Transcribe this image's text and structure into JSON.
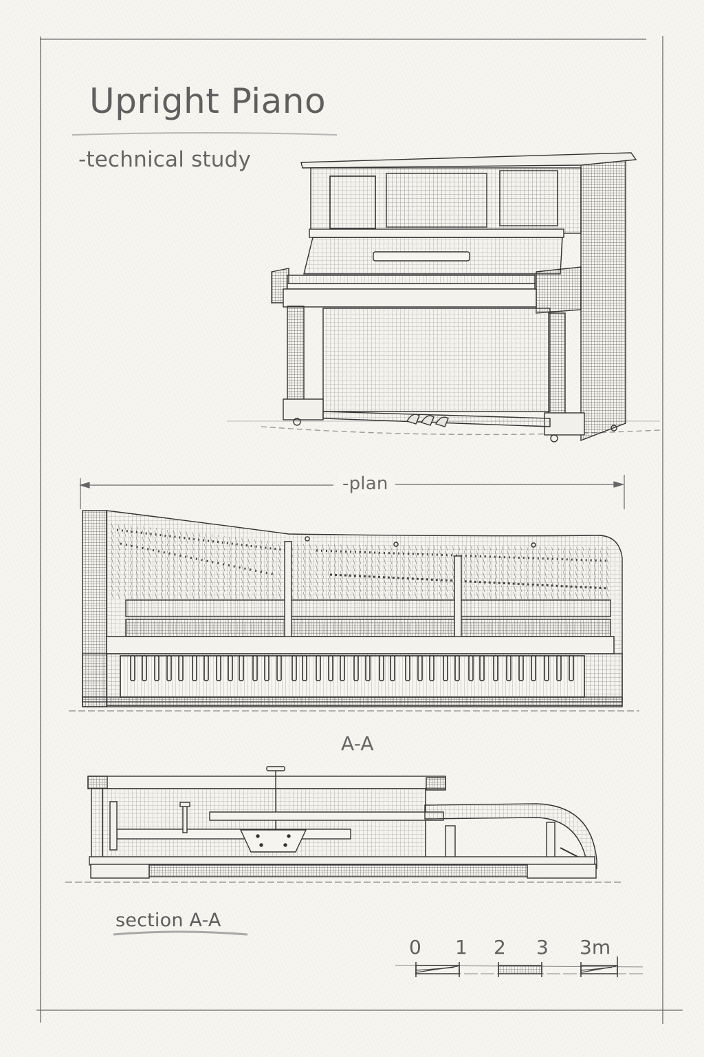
{
  "sheet": {
    "title": "Upright Piano",
    "subtitle": "-technical study",
    "ink_color": "#5f5f5f",
    "paper_color": "#f7f5f0"
  },
  "views": {
    "perspective": {
      "name": "Upright piano perspective view",
      "pedal_count": 3
    },
    "plan": {
      "label": "-plan"
    },
    "elevation": {
      "label": "A-A"
    },
    "section": {
      "label": "section A-A"
    }
  },
  "scale_bar": {
    "ticks": [
      "0",
      "1",
      "2",
      "3",
      "3m"
    ],
    "unit": "m"
  }
}
